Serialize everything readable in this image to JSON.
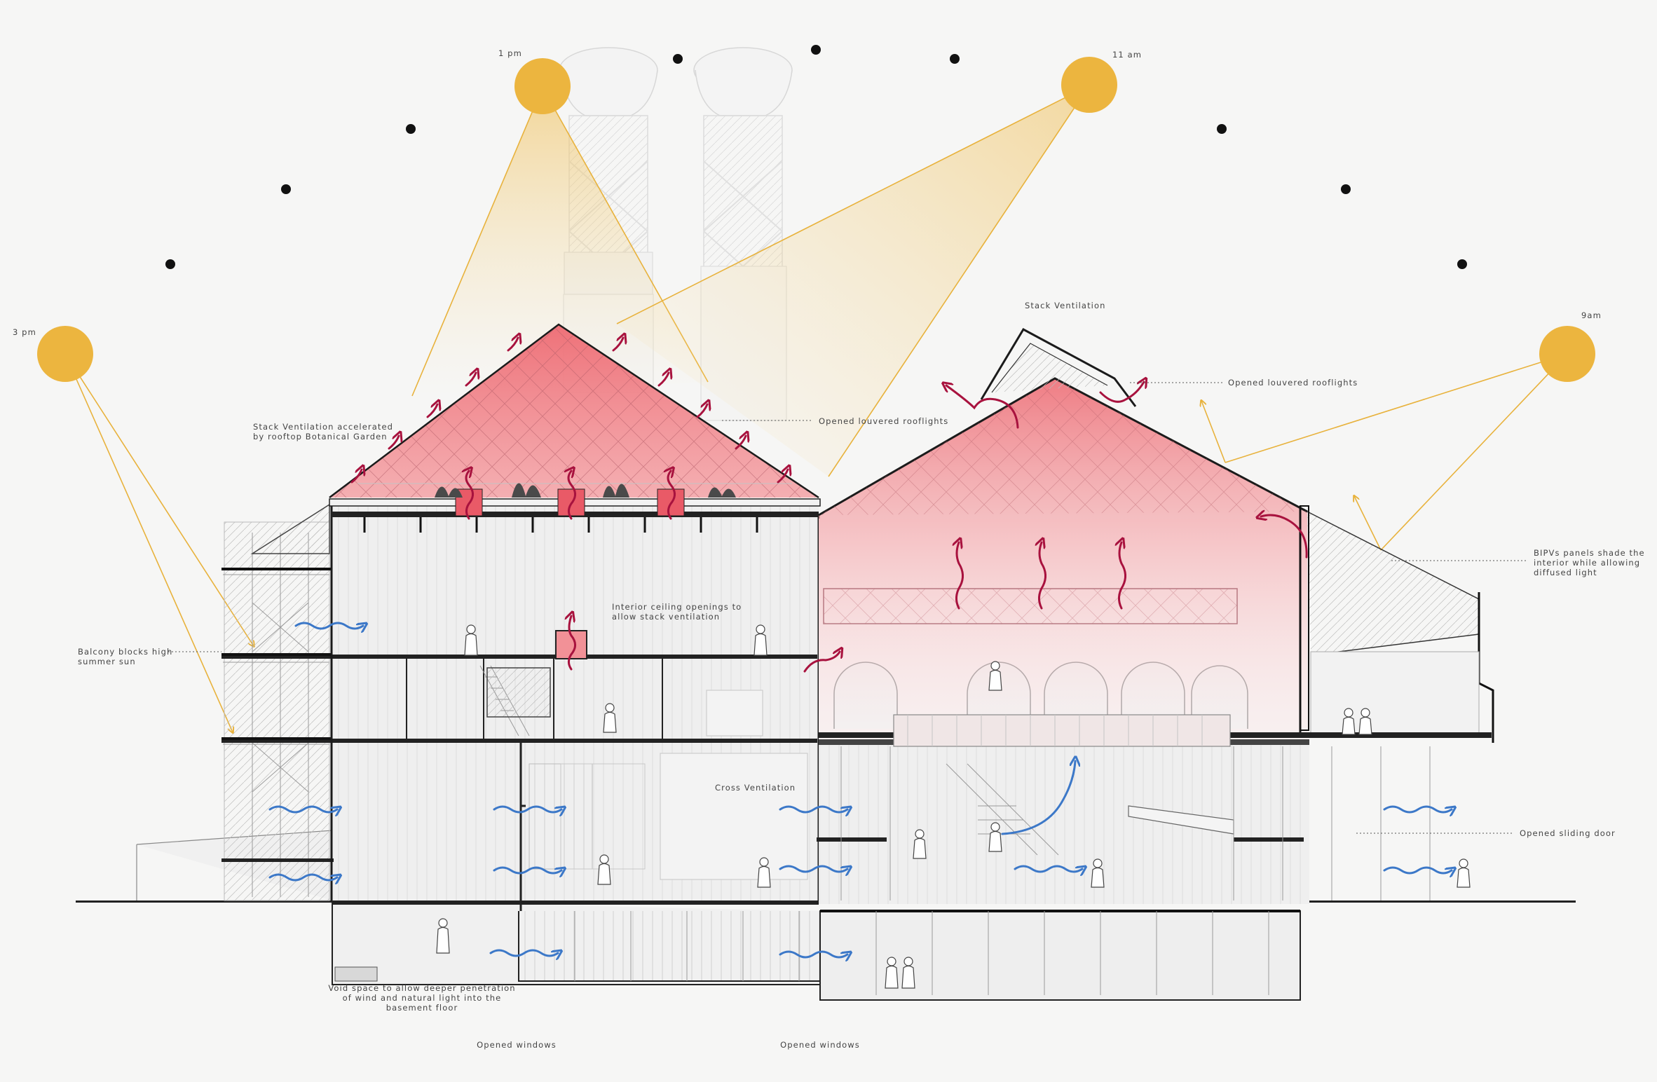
{
  "labels": {
    "sun_1pm": "1 pm",
    "sun_11am": "11 am",
    "sun_3pm": "3 pm",
    "sun_9am": "9am",
    "stack_ventilation": "Stack Ventilation",
    "louvered_left": "Opened louvered rooflights",
    "louvered_right": "Opened louvered rooflights",
    "botanical_1": "Stack Ventilation accelerated",
    "botanical_2": "by rooftop Botanical Garden",
    "ceiling_1": "Interior ceiling openings to",
    "ceiling_2": "allow stack ventilation",
    "balcony_1": "Balcony blocks high",
    "balcony_2": "summer sun",
    "bipv_1": "BIPVs panels shade the",
    "bipv_2": "interior while allowing",
    "bipv_3": "diffused light",
    "cross_ventilation": "Cross Ventilation",
    "sliding_door": "Opened sliding door",
    "void_1": "Void space to allow deeper penetration",
    "void_2": "of wind and natural light into the",
    "void_3": "basement floor",
    "windows_left": "Opened windows",
    "windows_right": "Opened windows"
  },
  "colors": {
    "sun": "#ecb53f",
    "warm_air": "#a8123e",
    "cool_air": "#3c78c8",
    "roof_heat": "#ef7f85",
    "structure": "#1b1b1b",
    "background": "#f6f6f5"
  },
  "icons": [
    "sun-icon",
    "sun-path-dot-icon",
    "warm-air-arrow-icon",
    "cool-air-arrow-icon",
    "person-icon",
    "plant-icon"
  ]
}
